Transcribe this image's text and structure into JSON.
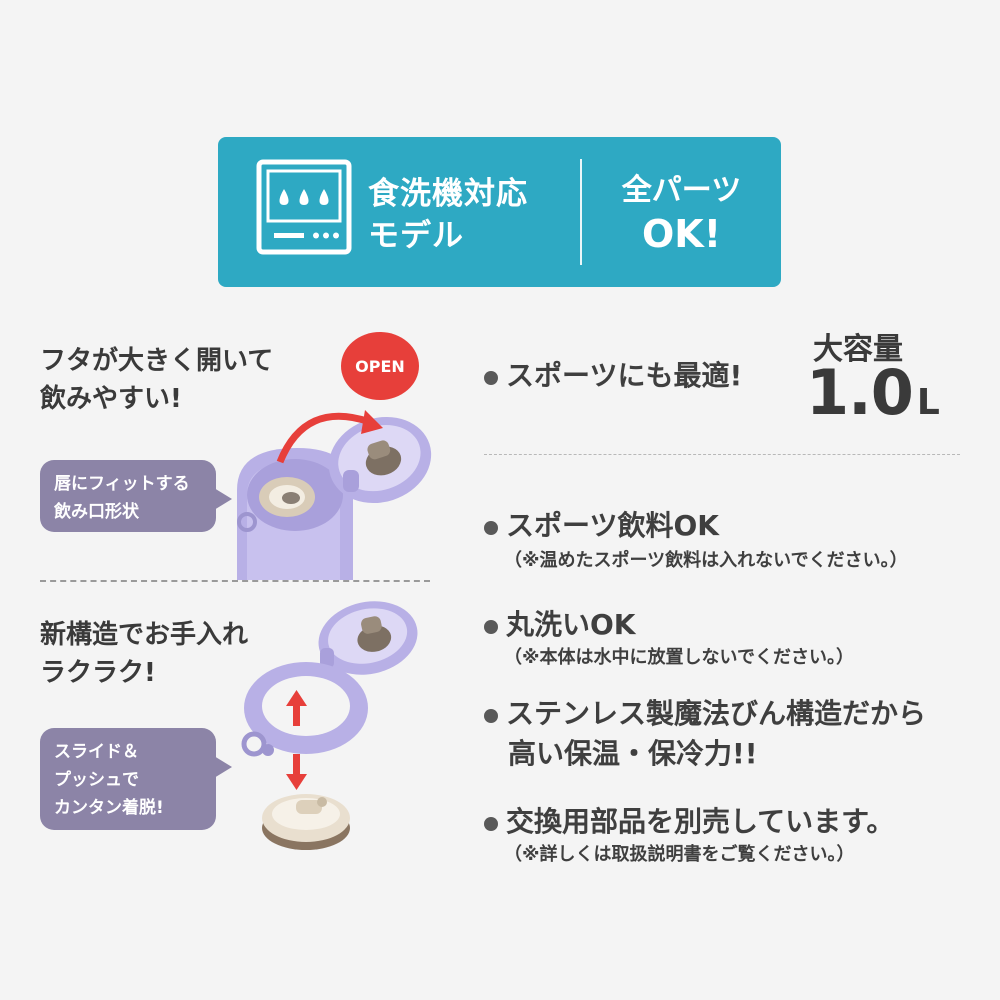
{
  "banner": {
    "icon": "dishwasher-icon",
    "main_line1": "食洗機対応",
    "main_line2": "モデル",
    "right_line1": "全パーツ",
    "right_line2": "OK!",
    "color": "#2ea9c3"
  },
  "left": {
    "heading1_line1": "フタが大きく開いて",
    "heading1_line2": "飲みやすい!",
    "bubble1_line1": "唇にフィットする",
    "bubble1_line2": "飲み口形状",
    "open_badge": "OPEN",
    "heading2_line1": "新構造でお手入れ",
    "heading2_line2": "ラクラク!",
    "bubble2_line1": "スライド＆",
    "bubble2_line2": "プッシュで",
    "bubble2_line3": "カンタン着脱!",
    "accent_color": "#e73f3a",
    "bottle_color": "#b8b0e6"
  },
  "right": {
    "feature1": "スポーツにも最適!",
    "capacity_label": "大容量",
    "capacity_value": "1.0",
    "capacity_unit": "L",
    "bullets": [
      {
        "main": "スポーツ飲料OK",
        "sub": "（※温めたスポーツ飲料は入れないでください。）"
      },
      {
        "main": "丸洗いOK",
        "sub": "（※本体は水中に放置しないでください。）"
      },
      {
        "main": "ステンレス製魔法びん構造だから",
        "main2": "高い保温・保冷力!!"
      },
      {
        "main": "交換用部品を別売しています。",
        "sub": "（※詳しくは取扱説明書をご覧ください。）"
      }
    ]
  }
}
